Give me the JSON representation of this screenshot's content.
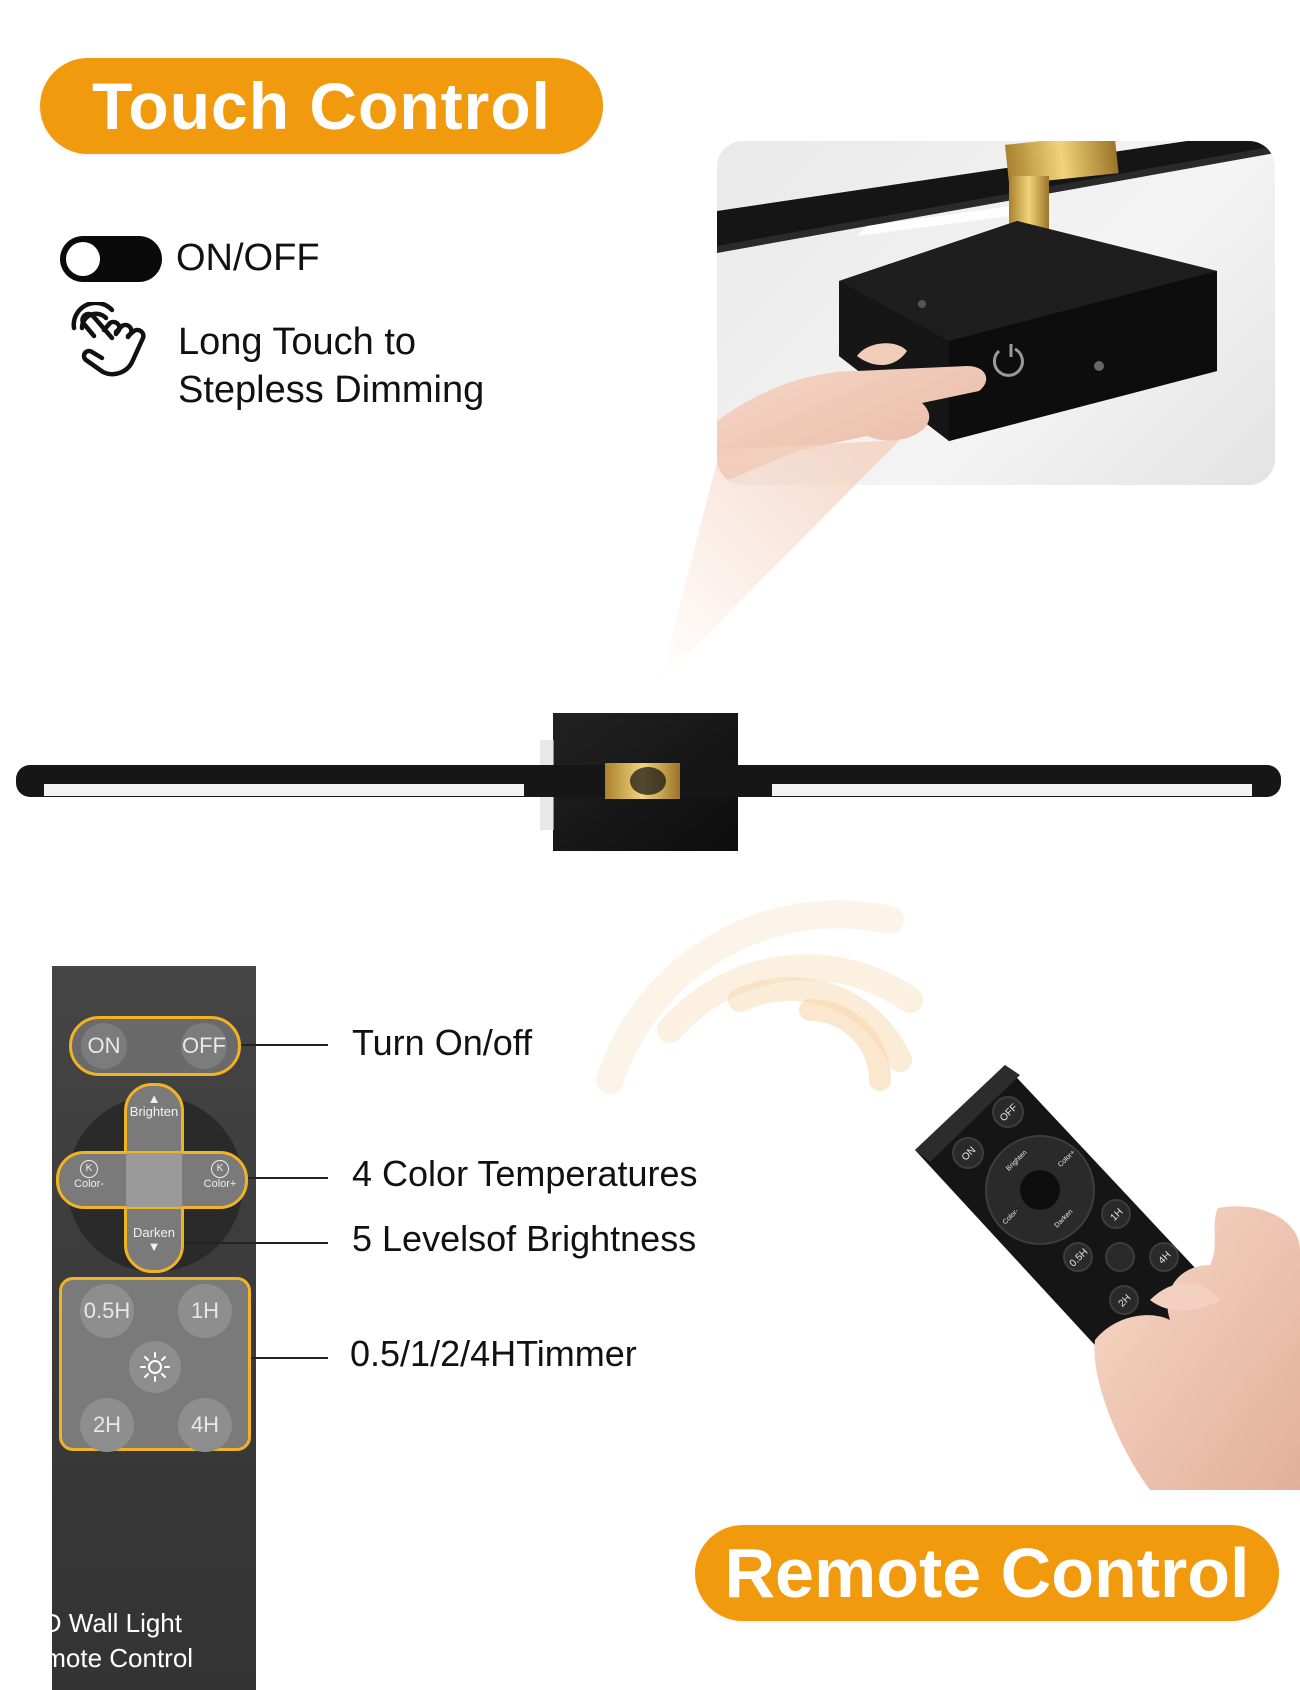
{
  "touch": {
    "title": "Touch Control",
    "toggle_label": "ON/OFF",
    "long_touch_line1": "Long Touch to",
    "long_touch_line2": "Stepless Dimming"
  },
  "remote": {
    "title": "Remote Control",
    "panel": {
      "on": "ON",
      "off": "OFF",
      "brighten": "Brighten",
      "darken": "Darken",
      "color_minus": "Color-",
      "color_plus": "Color+",
      "k_symbol": "K",
      "t05": "0.5H",
      "t1": "1H",
      "t2": "2H",
      "t4": "4H",
      "footer_line1": "LED Wall Light",
      "footer_line2": "Remote Control"
    },
    "callouts": {
      "power": "Turn On/off",
      "color": "4 Color Temperatures",
      "brightness": "5 Levelsof Brightness",
      "timer": "0.5/1/2/4HTimmer"
    },
    "device_labels": {
      "on": "ON",
      "off": "OFF",
      "brighten": "Brighten",
      "darken": "Darken",
      "color_minus": "Color-",
      "color_plus": "Color+",
      "t05": "0.5H",
      "t1": "1H",
      "t2": "2H",
      "t4": "4H"
    }
  },
  "icons": [
    "toggle-switch-icon",
    "touch-hand-icon",
    "power-icon",
    "sun-icon",
    "arrow-up-icon",
    "arrow-down-icon",
    "signal-wave-icon"
  ],
  "colors": {
    "accent": "#f29a0d",
    "highlight": "#f0b323",
    "brass": "#c9a24a",
    "panel": "#3d3d3d"
  }
}
